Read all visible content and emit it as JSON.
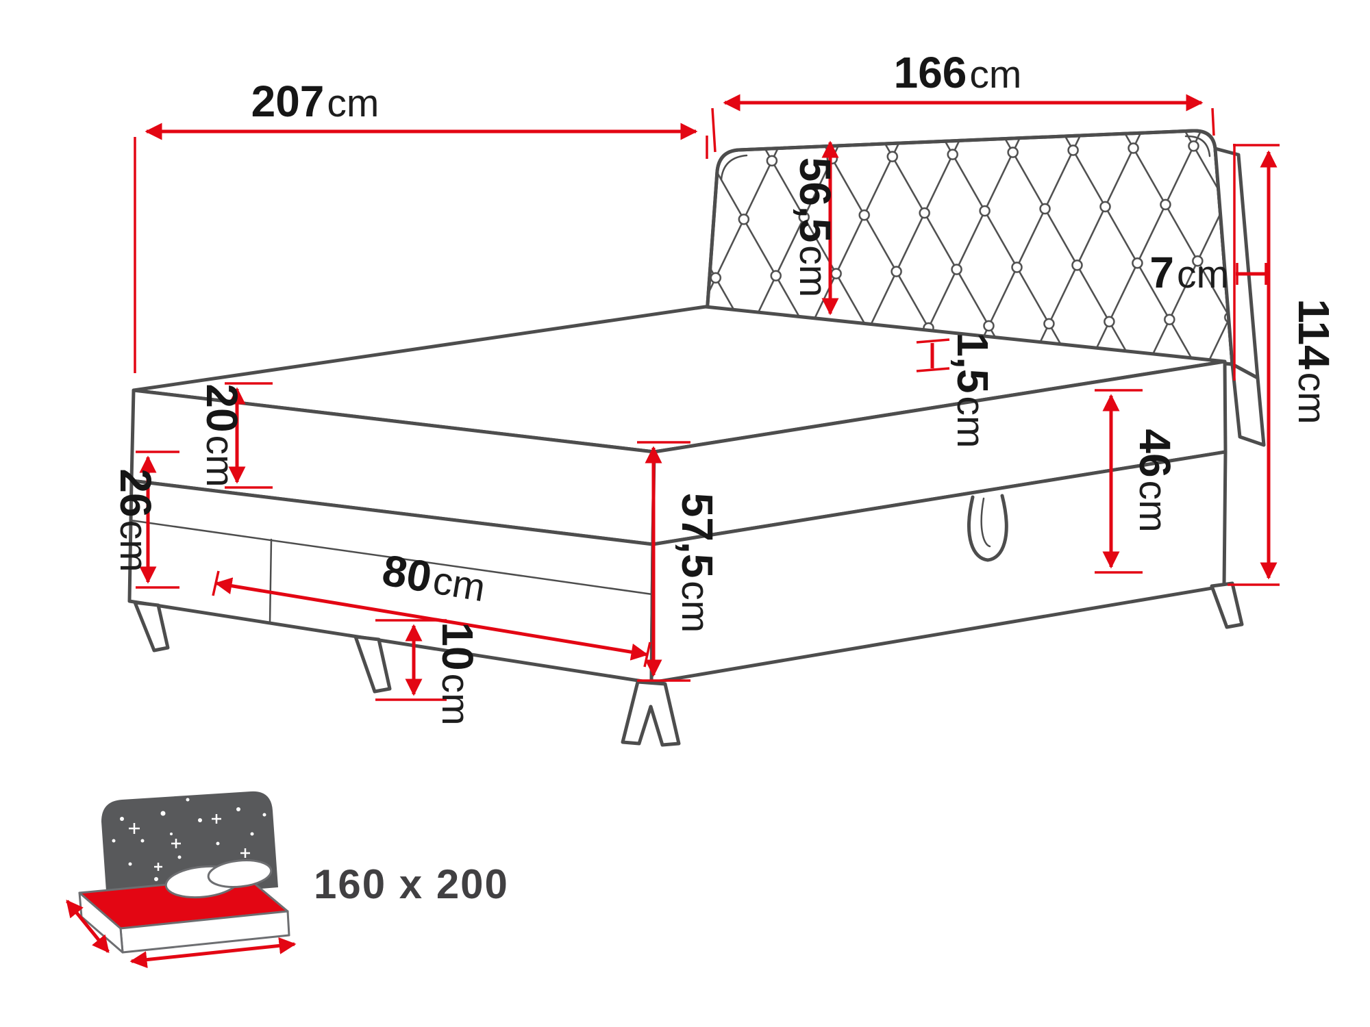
{
  "diagram": {
    "accent_color": "#e30613",
    "outline_color": "#4d4d4d",
    "dims": {
      "length": {
        "value": "207",
        "unit": "cm"
      },
      "width": {
        "value": "166",
        "unit": "cm"
      },
      "headboard_height": {
        "value": "56,5",
        "unit": "cm"
      },
      "headboard_thickness": {
        "value": "7",
        "unit": "cm"
      },
      "total_height": {
        "value": "114",
        "unit": "cm"
      },
      "mattress_height": {
        "value": "20",
        "unit": "cm"
      },
      "drawer_front_height": {
        "value": "26",
        "unit": "cm"
      },
      "topper_edge": {
        "value": "1,5",
        "unit": "cm"
      },
      "base_side_height": {
        "value": "46",
        "unit": "cm"
      },
      "front_total_height": {
        "value": "57,5",
        "unit": "cm"
      },
      "drawer_width": {
        "value": "80",
        "unit": "cm"
      },
      "leg_height": {
        "value": "10",
        "unit": "cm"
      }
    },
    "badge": {
      "size": "160 x 200",
      "icon": "bed-size-icon"
    }
  }
}
